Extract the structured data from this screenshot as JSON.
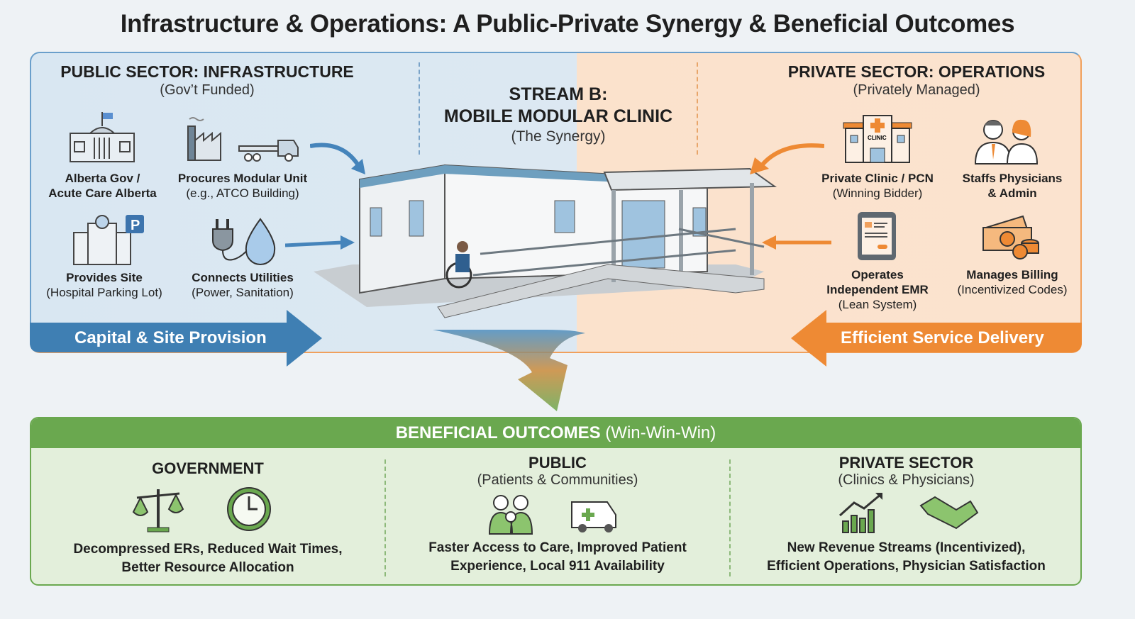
{
  "title": "Infrastructure & Operations: A Public-Private Synergy & Beneficial Outcomes",
  "public": {
    "heading": "PUBLIC SECTOR: INFRASTRUCTURE",
    "sub": "(Gov’t Funded)",
    "band": "Capital & Site Provision",
    "items": [
      {
        "icon": "government-building-icon",
        "title": "Alberta Gov /",
        "title2": "Acute Care Alberta",
        "detail": ""
      },
      {
        "icon": "factory-truck-icon",
        "title": "Procures Modular Unit",
        "detail": "(e.g., ATCO Building)"
      },
      {
        "icon": "hospital-parking-icon",
        "title": "Provides Site",
        "detail": "(Hospital Parking Lot)"
      },
      {
        "icon": "plug-water-icon",
        "title": "Connects Utilities",
        "detail": "(Power, Sanitation)"
      }
    ]
  },
  "center": {
    "line1": "STREAM B:",
    "line2": "MOBILE MODULAR CLINIC",
    "sub": "(The Synergy)"
  },
  "private": {
    "heading": "PRIVATE SECTOR: OPERATIONS",
    "sub": "(Privately Managed)",
    "band": "Efficient Service Delivery",
    "clinic_sign": "CLINIC",
    "items": [
      {
        "icon": "clinic-icon",
        "title": "Private Clinic / PCN",
        "detail": "(Winning Bidder)"
      },
      {
        "icon": "physicians-icon",
        "title": "Staffs Physicians",
        "title2": "& Admin"
      },
      {
        "icon": "tablet-emr-icon",
        "title": "Operates",
        "title2": "Independent EMR",
        "detail": "(Lean System)"
      },
      {
        "icon": "money-icon",
        "title": "Manages Billing",
        "detail": "(Incentivized Codes)"
      }
    ]
  },
  "outcomes": {
    "heading": "BENEFICIAL OUTCOMES",
    "heading_suffix": "(Win-Win-Win)",
    "columns": [
      {
        "title": "GOVERNMENT",
        "sub": "",
        "line1": "Decompressed ERs, Reduced Wait Times,",
        "line2": "Better Resource Allocation"
      },
      {
        "title": "PUBLIC",
        "sub": "(Patients & Communities)",
        "line1": "Faster Access to Care, Improved Patient",
        "line2": "Experience, Local 911 Availability"
      },
      {
        "title": "PRIVATE SECTOR",
        "sub": "(Clinics & Physicians)",
        "line1": "New Revenue Streams (Incentivized),",
        "line2": "Efficient Operations, Physician Satisfaction"
      }
    ]
  },
  "colors": {
    "blue": "#3f7fb3",
    "orange": "#ee8a34",
    "green": "#6aa84f"
  }
}
